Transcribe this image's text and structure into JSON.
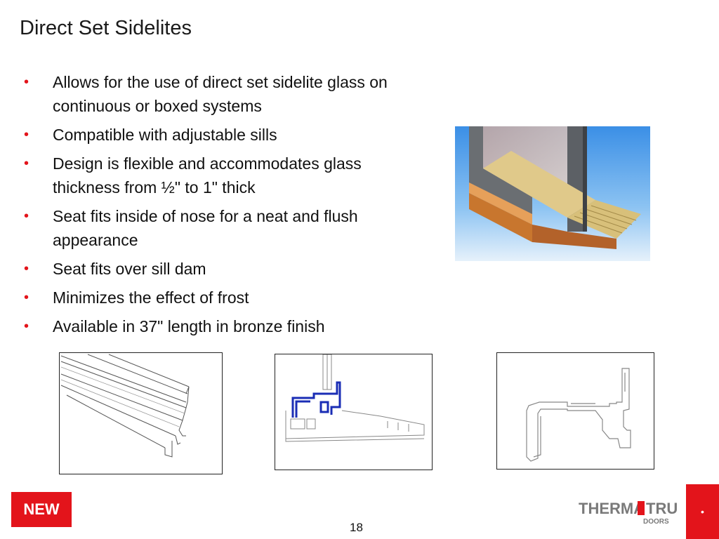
{
  "slide": {
    "title": "Direct Set Sidelites",
    "bullets": [
      "Allows for the use of direct set sidelite glass on continuous or boxed systems",
      "Compatible with adjustable sills",
      "Design is flexible and accommodates glass thickness from ½\" to 1\" thick",
      "Seat fits inside of nose for a neat and flush appearance",
      "Seat fits over sill dam",
      "Minimizes the effect of frost",
      "Available in 37\" length in bronze finish"
    ],
    "bullet_marker": "•",
    "badge": "NEW",
    "page_number": "18",
    "logo": {
      "name": "THERMA",
      "name2": "TRU",
      "sub": "DOORS"
    },
    "corner_marker": "•"
  },
  "colors": {
    "accent": "#e3141b",
    "diagram_blue": "#1a2db5"
  }
}
